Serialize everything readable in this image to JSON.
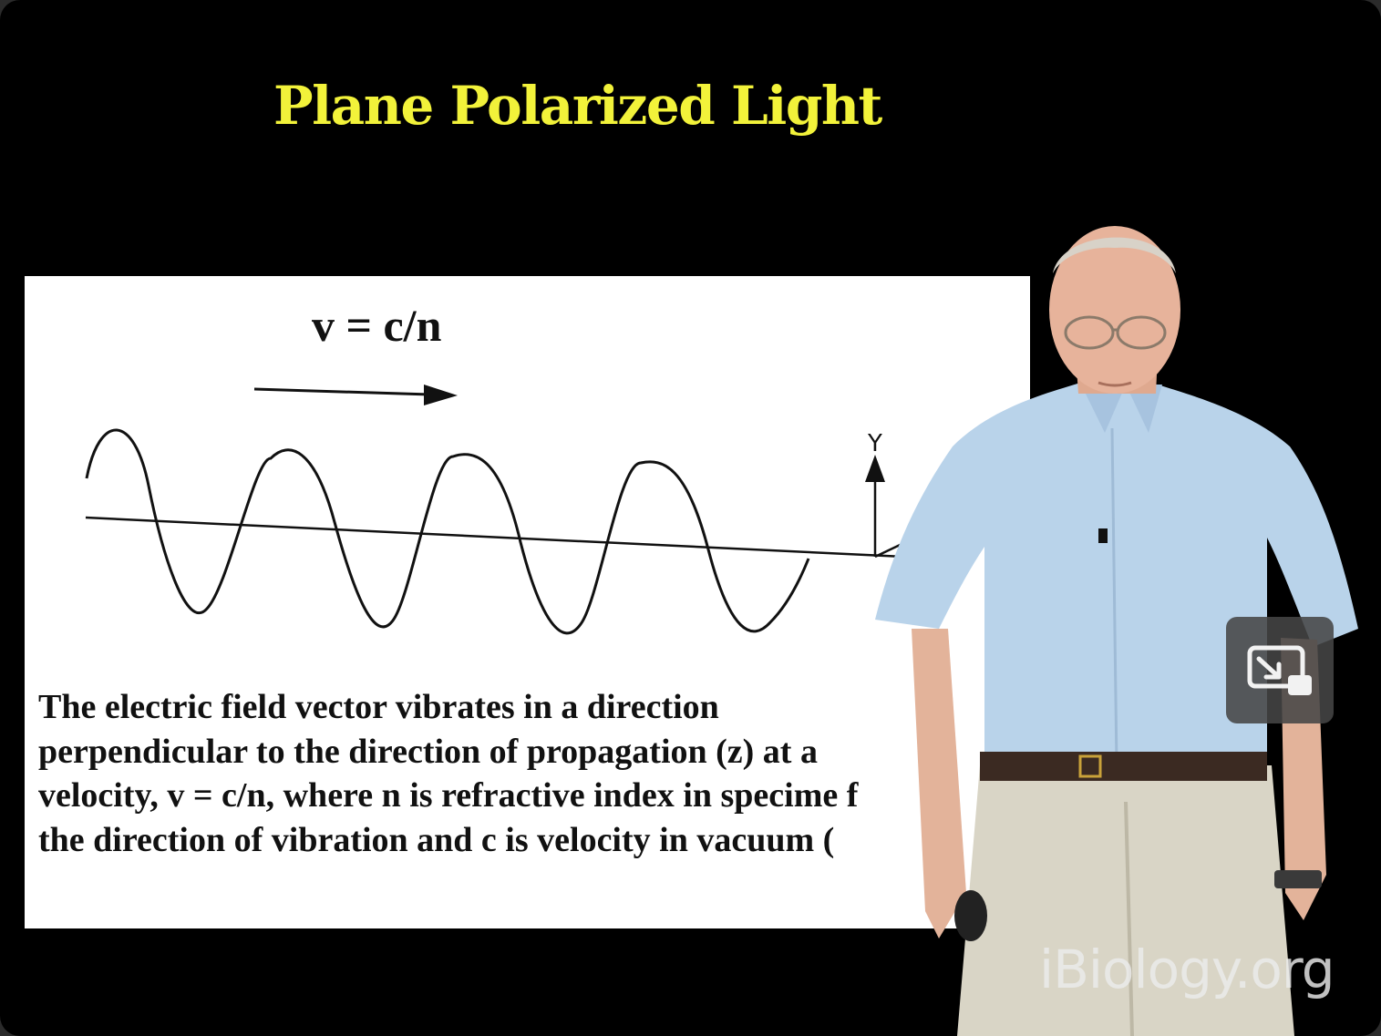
{
  "slide": {
    "title": "Plane Polarized Light",
    "velocity_formula": "v = c/n",
    "axis_label_y": "Y",
    "description_lines": [
      "The electric field vector vibrates in a direction",
      "perpendicular to the direction of propagation (z) at a",
      "velocity, v = c/n, where n is refractive index in specime  f",
      "the direction of vibration and c is velocity in vacuum ("
    ]
  },
  "watermark": "iBiology.org",
  "controls": {
    "pip_icon": "picture-in-picture-exit-icon"
  },
  "colors": {
    "title": "#f2f23a",
    "background": "#000000",
    "panel": "#ffffff",
    "shirt": "#b9d3ea"
  }
}
